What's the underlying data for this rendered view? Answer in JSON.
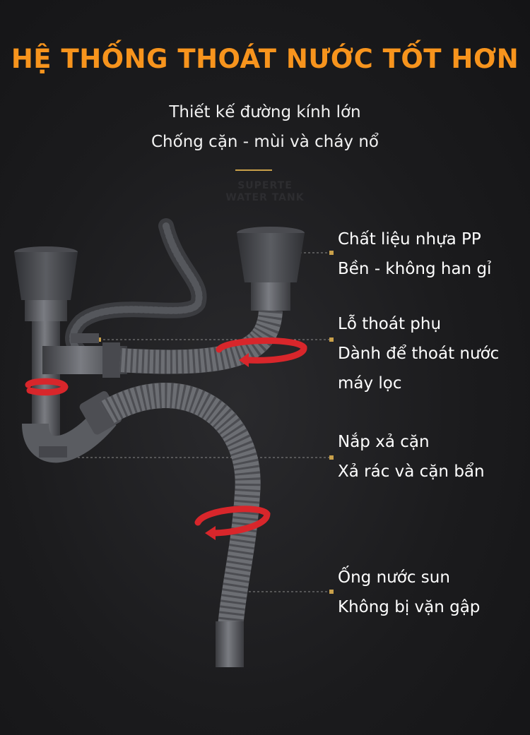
{
  "header": {
    "title": "HỆ THỐNG THOÁT NƯỚC TỐT HƠN",
    "subtitle_line1": "Thiết kế đường kính lớn",
    "subtitle_line2": "Chống cặn - mùi và cháy nổ",
    "watermark_line1": "SUPERTE",
    "watermark_line2": "WATER TANK"
  },
  "callouts": [
    {
      "line1": "Chất liệu nhựa PP",
      "line2": "Bền - không han gỉ"
    },
    {
      "line1": "Lỗ thoát phụ",
      "line2": "Dành để thoát nước",
      "line3": "máy lọc"
    },
    {
      "line1": "Nắp xả cặn",
      "line2": "Xả rác và cặn bẩn"
    },
    {
      "line1": "Ống nước sun",
      "line2": "Không bị vặn gập"
    }
  ],
  "colors": {
    "title": "#f7941d",
    "background": "#1c1c1e",
    "pipe": "#5a5c61",
    "arrow": "#d8262b",
    "accent_line": "#c9a04a"
  },
  "icons": [
    "rotate-arrow-icon"
  ]
}
